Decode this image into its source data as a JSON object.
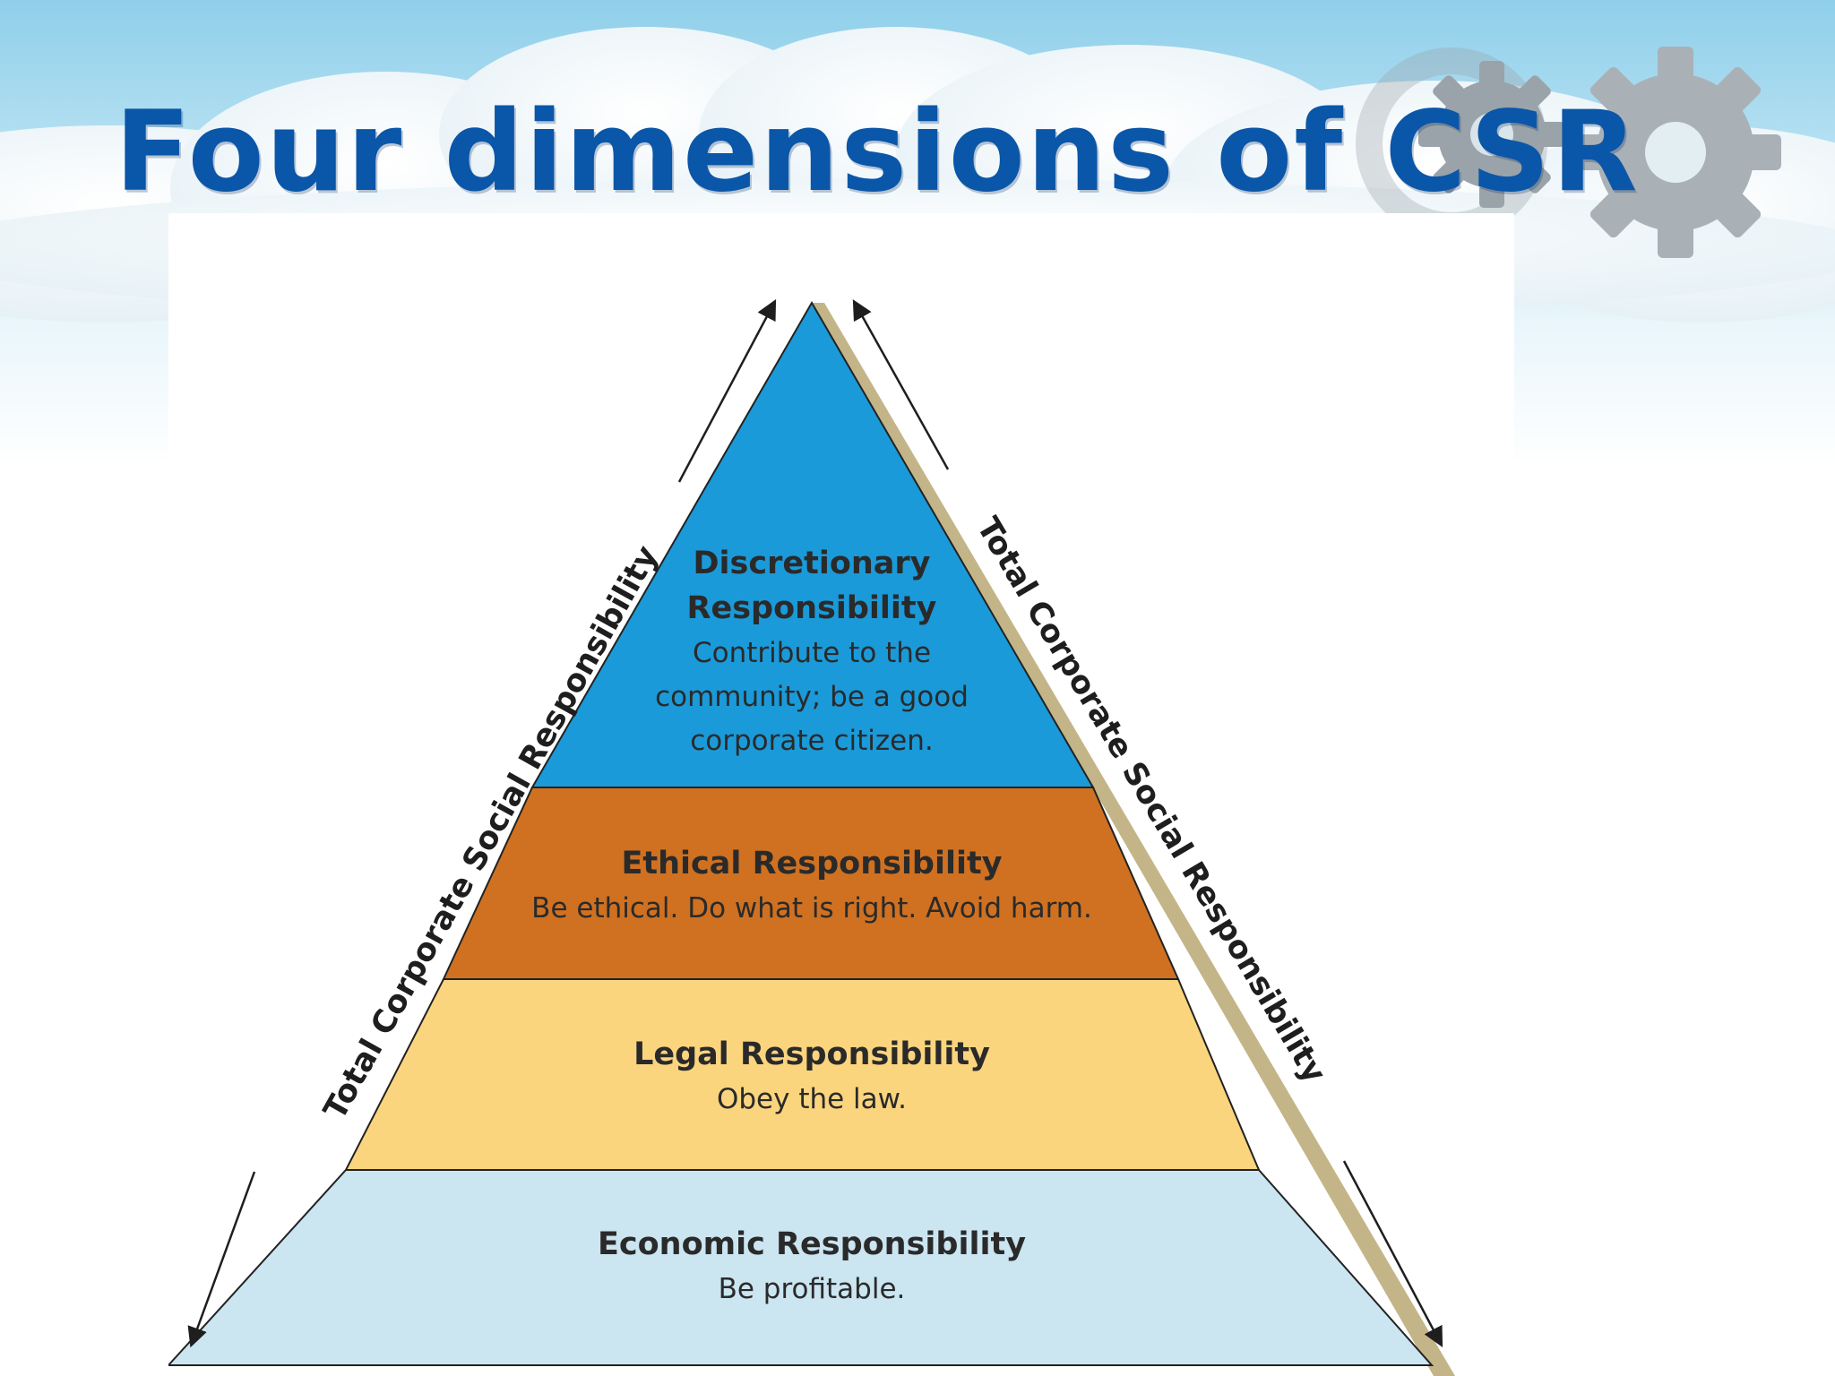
{
  "slide": {
    "title": "Four dimensions of CSR"
  },
  "pyramid": {
    "side_label_left": "Total Corporate Social Responsibility",
    "side_label_right": "Total Corporate Social Responsibility",
    "tiers": [
      {
        "title": [
          "Discretionary",
          "Responsibility"
        ],
        "description": [
          "Contribute to the",
          "community; be a good",
          "corporate citizen."
        ],
        "color": "#1a9ad9"
      },
      {
        "title": [
          "Ethical Responsibility"
        ],
        "description": [
          "Be ethical. Do what is right. Avoid harm."
        ],
        "color": "#cf7121"
      },
      {
        "title": [
          "Legal Responsibility"
        ],
        "description": [
          "Obey the law."
        ],
        "color": "#fbd57e"
      },
      {
        "title": [
          "Economic Responsibility"
        ],
        "description": [
          "Be profitable."
        ],
        "color": "#cbe5f1"
      }
    ],
    "edge_shadow_color": "#c4b588"
  },
  "background": {
    "sky_color": "#8fcfea",
    "cloud_color": "#ffffff",
    "gear_color": "#a9b1b7",
    "title_color": "#0a56a8"
  }
}
